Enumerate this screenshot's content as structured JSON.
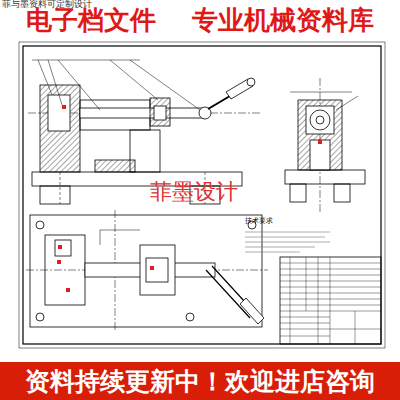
{
  "diagram": {
    "nodes": [
      {
        "text": [
          "电子档文件",
          "专业机械资料库"
        ]
      },
      {
        "text": [
          "资料持续更新中！欢迎进店咨询"
        ]
      }
    ],
    "labels": [
      "菲与墨资料可定制设计",
      "菲墨设计",
      "技术要求"
    ]
  }
}
